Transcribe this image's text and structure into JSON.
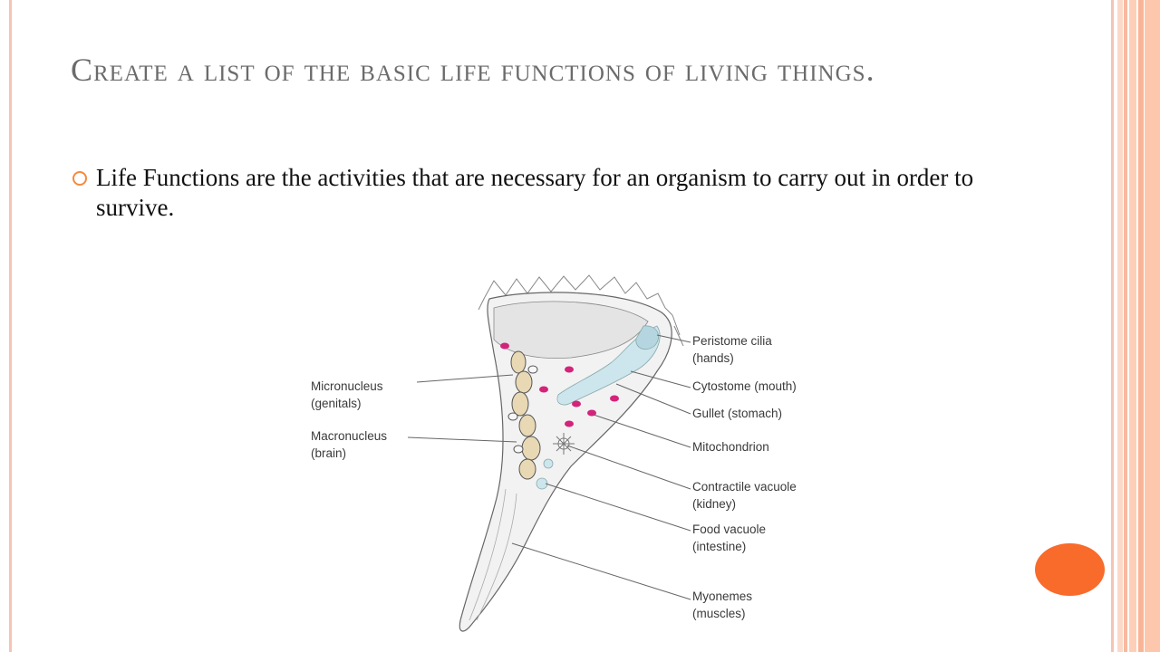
{
  "slide": {
    "title": "Create a list of the basic life functions of living things.",
    "bullets": [
      "Life Functions are the activities that are necessary for an organism to carry out in order to survive."
    ]
  },
  "diagram": {
    "labels_left": [
      {
        "line1": "Micronucleus",
        "line2": "(genitals)"
      },
      {
        "line1": "Macronucleus",
        "line2": "(brain)"
      }
    ],
    "labels_right": [
      {
        "line1": "Peristome cilia",
        "line2": "(hands)"
      },
      {
        "line1": "Cytostome (mouth)",
        "line2": ""
      },
      {
        "line1": "Gullet (stomach)",
        "line2": ""
      },
      {
        "line1": "Mitochondrion",
        "line2": ""
      },
      {
        "line1": "Contractile vacuole",
        "line2": "(kidney)"
      },
      {
        "line1": "Food vacuole",
        "line2": "(intestine)"
      },
      {
        "line1": "Myonemes",
        "line2": "(muscles)"
      }
    ]
  },
  "colors": {
    "accent": "#f96b2b",
    "bullet": "#f58a3c",
    "frame": "#f4c4b4",
    "title": "#6b6b6b",
    "mitochondria": "#d4237a",
    "macronucleus": "#e8d8b4"
  }
}
